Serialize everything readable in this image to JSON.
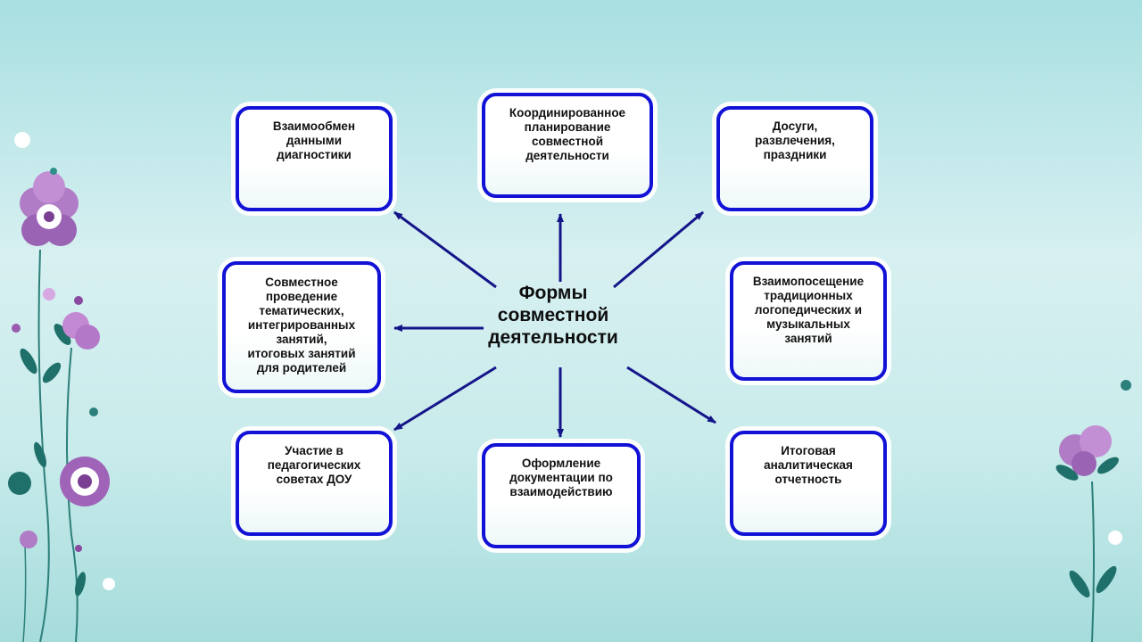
{
  "diagram": {
    "center": "Формы\nсовместной\nдеятельности",
    "nodes": {
      "top_left": "Взаимообмен\nданными\nдиагностики",
      "top_center": "Координированное\nпланирование\nсовместной\nдеятельности",
      "top_right": "Досуги,\nразвлечения,\nпраздники",
      "middle_left": "Совместное\nпроведение\nтематических,\nинтегрированных\nзанятий,\nитоговых занятий\nдля родителей",
      "middle_right": "Взаимопосещение\nтрадиционных\nлогопедических и\nмузыкальных\nзанятий",
      "bottom_left": "Участие в\nпедагогических\nсоветах ДОУ",
      "bottom_center": "Оформление\nдокументации по\nвзаимодействию",
      "bottom_right": "Итоговая\nаналитическая\nотчетность"
    },
    "colors": {
      "border": "#1212d6",
      "arrow": "#15158a",
      "flower": "#a070c4",
      "leaf": "#1f6f6a"
    }
  }
}
